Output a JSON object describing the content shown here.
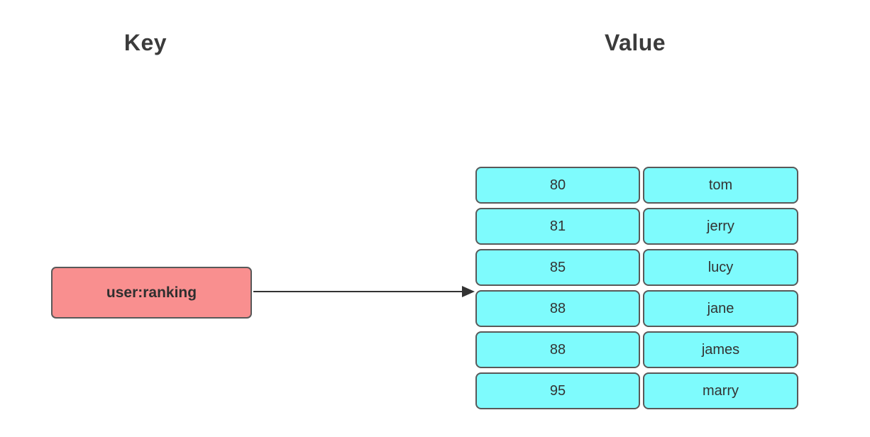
{
  "diagram": {
    "key_header": "Key",
    "value_header": "Value",
    "key_label": "user:ranking",
    "rows": [
      {
        "score": "80",
        "member": "tom"
      },
      {
        "score": "81",
        "member": "jerry"
      },
      {
        "score": "85",
        "member": "lucy"
      },
      {
        "score": "88",
        "member": "jane"
      },
      {
        "score": "88",
        "member": "james"
      },
      {
        "score": "95",
        "member": "marry"
      }
    ],
    "colors": {
      "key_box_fill": "#f98f8f",
      "cell_fill": "#7efbfd",
      "border": "#595959",
      "arrow": "#333333",
      "text": "#333333"
    }
  }
}
